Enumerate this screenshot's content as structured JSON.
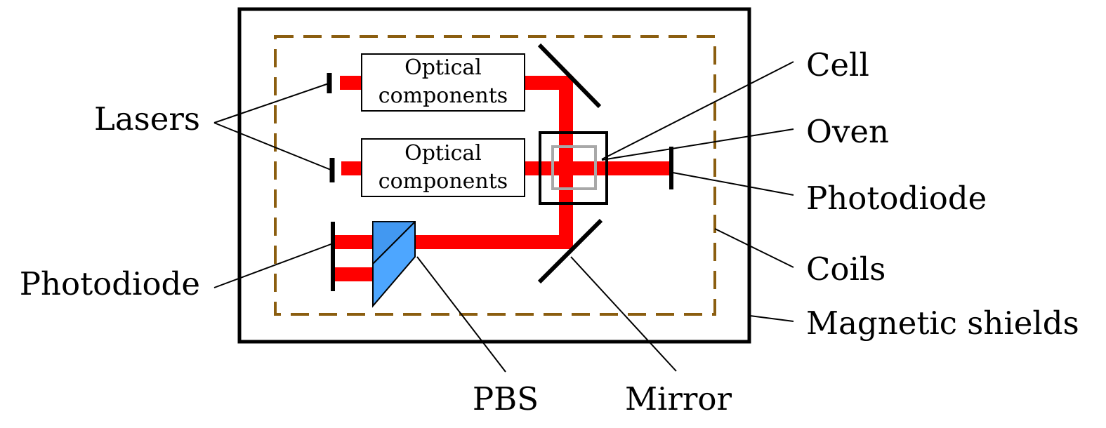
{
  "colors": {
    "beam": "#ff0000",
    "coils": "#8b5e10",
    "pbs": "#4da6ff",
    "pbs_dark": "#2f7fd6",
    "cell": "#a8a8a8",
    "outline": "#000000"
  },
  "components": {
    "optical_top": [
      "Optical",
      "components"
    ],
    "optical_bottom": [
      "Optical",
      "components"
    ]
  },
  "labels": {
    "lasers": "Lasers",
    "photodiode_left": "Photodiode",
    "cell": "Cell",
    "oven": "Oven",
    "photodiode_right": "Photodiode",
    "coils": "Coils",
    "magnetic_shields": "Magnetic shields",
    "pbs": "PBS",
    "mirror": "Mirror"
  }
}
